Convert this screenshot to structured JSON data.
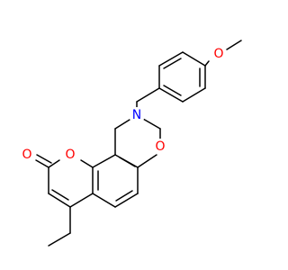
{
  "molecule": {
    "atoms": [
      {
        "id": "o-methoxy",
        "symbol": "O",
        "color": "#ff0000"
      },
      {
        "id": "n-ring",
        "symbol": "N",
        "color": "#0000ff"
      },
      {
        "id": "o-oxazine",
        "symbol": "O",
        "color": "#ff0000"
      },
      {
        "id": "o-pyranone-ring",
        "symbol": "O",
        "color": "#ff0000"
      },
      {
        "id": "o-carbonyl",
        "symbol": "O",
        "color": "#ff0000"
      }
    ],
    "bond_color": "#000000"
  }
}
